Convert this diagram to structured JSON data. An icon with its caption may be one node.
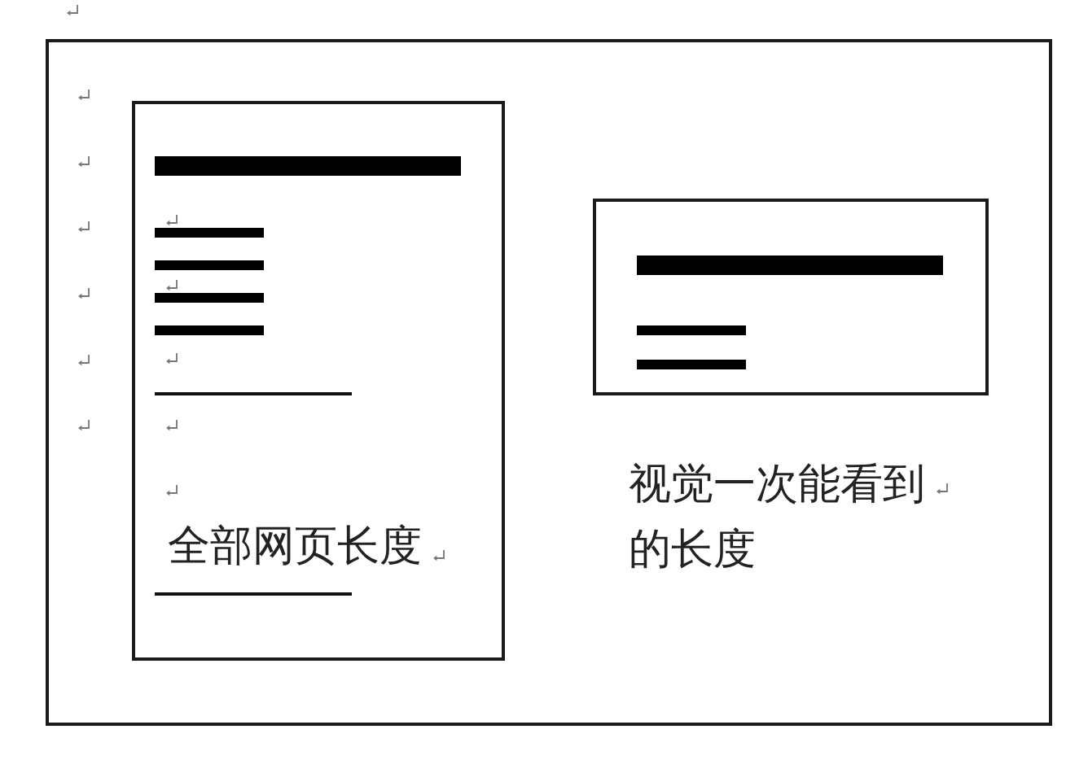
{
  "diagram": {
    "nodes": [
      {
        "text": [],
        "shape": "box"
      },
      {
        "text": [
          "全部网页长度"
        ],
        "in": 0
      },
      {
        "text": [],
        "shape": "box",
        "in": 0,
        "beside": [
          "视觉一次能看到的长度"
        ]
      }
    ]
  }
}
